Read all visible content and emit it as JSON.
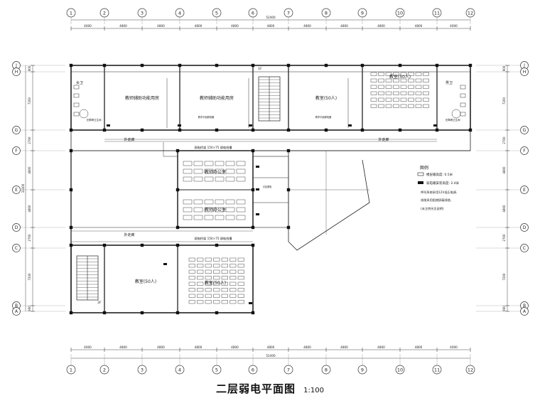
{
  "drawing": {
    "title": "二层弱电平面图",
    "scale": "1:100"
  },
  "axes": {
    "columns": [
      "1",
      "2",
      "3",
      "4",
      "5",
      "6",
      "7",
      "8",
      "9",
      "10",
      "11",
      "12"
    ],
    "rows": [
      "J",
      "H",
      "G",
      "F",
      "E",
      "D",
      "C",
      "B",
      "A"
    ],
    "top_dims": [
      "4000",
      "4800",
      "4800",
      "4800",
      "4800",
      "4800",
      "4800",
      "4800",
      "4800",
      "4800",
      "4000"
    ],
    "top_total": "52400",
    "bottom_dims": [
      "4000",
      "4800",
      "4800",
      "4800",
      "4800",
      "4800",
      "4800",
      "4800",
      "4800",
      "4800",
      "4000"
    ],
    "bottom_total": "52400",
    "left_dims": [
      "900",
      "7200",
      "2700",
      "4800",
      "4800",
      "2700",
      "7200",
      "900"
    ],
    "left_total": "33300",
    "right_dims": [
      "900",
      "7200",
      "2700",
      "4800",
      "4800",
      "2700",
      "7200",
      "900"
    ]
  },
  "rooms": {
    "aux1": "教师辅助功能用房",
    "aux2": "教师辅助功能用房",
    "classroom_top": "教室(50人)",
    "classroom_top_right": "教室(50人)",
    "toilet_left": "女卫",
    "toilet_right": "男卫",
    "office1": "教师办公室",
    "office2": "教师办公室",
    "classroom_bottom_left": "教室(50人)",
    "classroom_bottom_mid": "教室(50人)",
    "corridor_left": "外走廊",
    "corridor_right": "外走廊",
    "corridor_mid": "外走廊",
    "stair_label_top": "1F",
    "stair_label_bottom": "2F",
    "accessible_left": "无障碍卫生间",
    "accessible_right": "无障碍卫生间"
  },
  "annotations": {
    "tray1": "弱电桥架 150×75 弱电线槽",
    "tray2": "弱电桥架 150×75 弱电线槽",
    "wall_label": "教学平面弱电器",
    "feed": "引至弱电"
  },
  "legend": {
    "title": "图例",
    "items": [
      {
        "symbol": "box",
        "text": "楼层箱高度: 0.5米"
      },
      {
        "symbol": "bar",
        "text": "弱电箱安装高度: 2.4米"
      }
    ],
    "note1": "呼叫系统采用12V低压电源,",
    "note2": "线缆采用阻燃屏蔽线缆,",
    "note3": "(未注明另见说明)"
  }
}
